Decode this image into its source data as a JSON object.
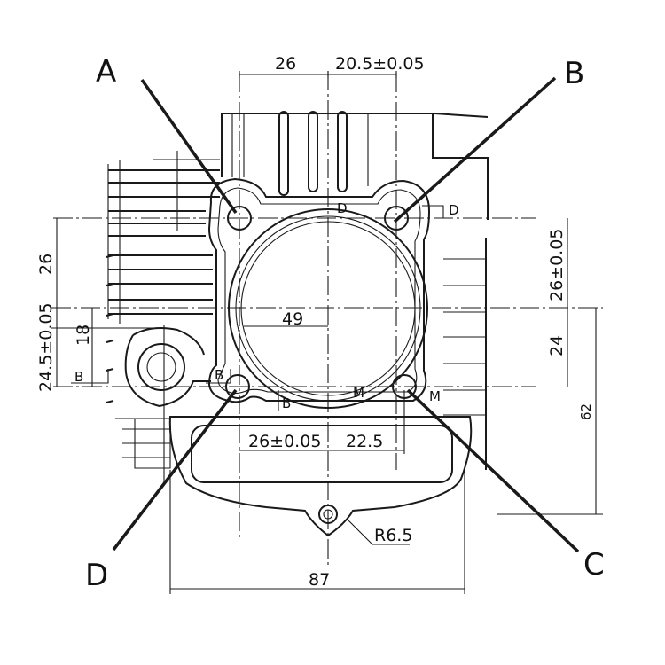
{
  "callouts": {
    "a": "A",
    "b": "B",
    "c": "C",
    "d": "D"
  },
  "dimensions": {
    "top_left_26": "26",
    "top_right": "20.5±0.05",
    "left_26": "26",
    "left_245": "24.5±0.05",
    "left_18": "18",
    "center_49": "49",
    "right_26": "26±0.05",
    "right_24": "24",
    "right_62": "62",
    "bottom_26": "26±0.05",
    "bottom_225": "22.5",
    "radius": "R6.5",
    "bottom_87": "87"
  },
  "section_marks": {
    "d_upper": "D",
    "d_marker": "D",
    "b_left": "B",
    "b_right": "B",
    "b_lower": "B",
    "m_lower": "M",
    "m_right": "M"
  }
}
